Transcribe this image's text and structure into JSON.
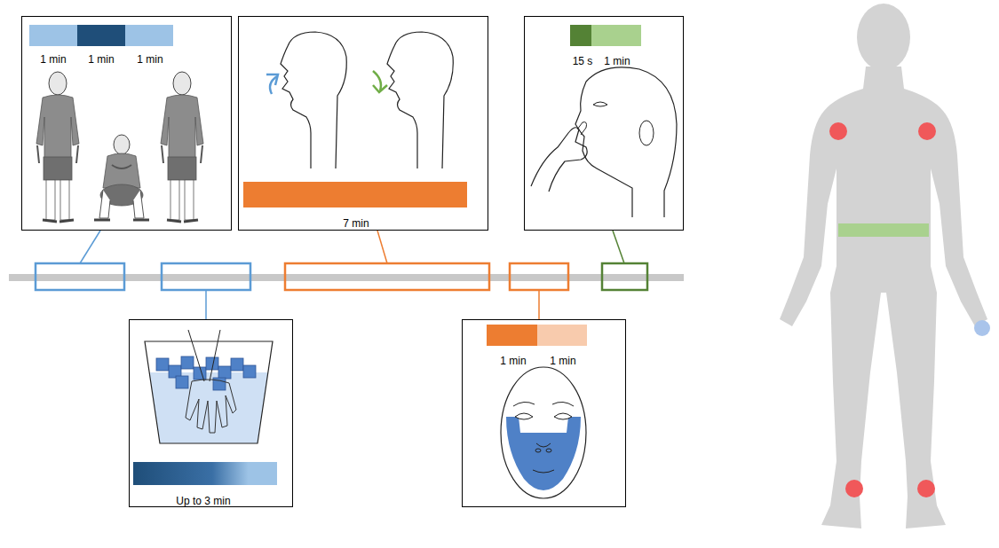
{
  "diagram": {
    "nodes": [
      {
        "text": [
          "1 min",
          "1 min",
          "1 min"
        ]
      },
      {
        "text": [
          "Up to 3 min"
        ]
      },
      {
        "text": [
          "7 min"
        ]
      },
      {
        "text": [
          "1 min",
          "1 min"
        ]
      },
      {
        "text": [
          "15 s",
          "1 min"
        ]
      }
    ]
  }
}
